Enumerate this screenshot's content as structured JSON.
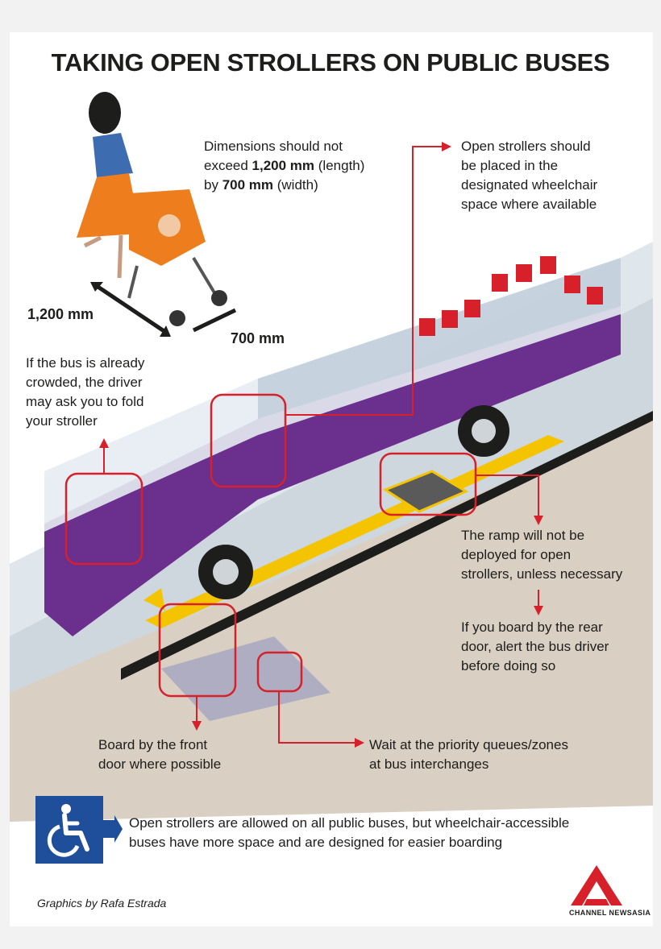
{
  "title": "TAKING OPEN STROLLERS ON PUBLIC BUSES",
  "dimensions": {
    "line1": "Dimensions should not",
    "line2_pre": "exceed ",
    "length_value": "1,200 mm",
    "line2_post": " (length)",
    "line3_pre": "by ",
    "width_value": "700 mm",
    "line3_post": " (width)",
    "length_label": "1,200 mm",
    "width_label": "700 mm"
  },
  "callouts": {
    "wheelchair_space": [
      "Open strollers should",
      "be placed in the",
      "designated wheelchair",
      "space where available"
    ],
    "crowded": [
      "If the bus is already",
      "crowded, the driver",
      "may ask you to fold",
      "your stroller"
    ],
    "ramp": [
      "The ramp will not be",
      "deployed for open",
      "strollers, unless necessary"
    ],
    "rear_door": [
      "If you board by the rear",
      "door, alert the bus driver",
      "before doing so"
    ],
    "front_door": [
      "Board by the front",
      "door where possible"
    ],
    "priority_queue": [
      "Wait at the priority queues/zones",
      "at bus interchanges"
    ]
  },
  "footer_note": [
    "Open strollers are allowed on all public buses, but wheelchair-accessible",
    "buses have more space and are designed for easier boarding"
  ],
  "credit": "Graphics by Rafa Estrada",
  "logo": "CHANNEL NEWSASIA",
  "colors": {
    "accent_red": "#d7202a",
    "bus_purple": "#6b2f8e",
    "access_blue": "#1f4e9a",
    "stroller_orange": "#ee7d1e"
  },
  "icons": [
    "wheelchair-icon",
    "arrow-right-icon",
    "channel-newsasia-logo"
  ]
}
